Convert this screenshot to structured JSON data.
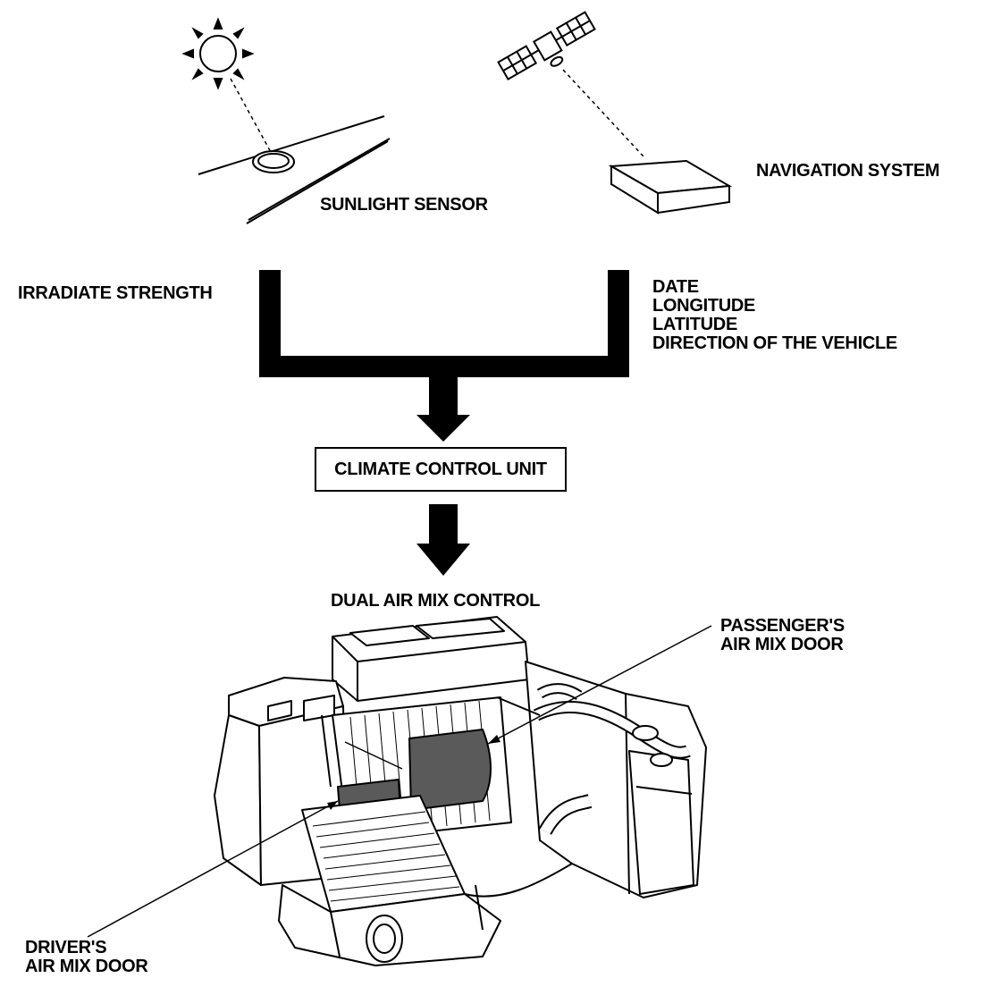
{
  "labels": {
    "sunlight_sensor": "SUNLIGHT SENSOR",
    "navigation_system": "NAVIGATION SYSTEM",
    "irradiate_strength": "IRRADIATE STRENGTH",
    "nav_inputs": [
      "DATE",
      "LONGITUDE",
      "LATITUDE",
      "DIRECTION OF THE VEHICLE"
    ],
    "climate_control_unit": "CLIMATE CONTROL UNIT",
    "dual_air_mix_control": "DUAL AIR MIX CONTROL",
    "passenger_door": [
      "PASSENGER'S",
      "AIR MIX DOOR"
    ],
    "driver_door": [
      "DRIVER'S",
      "AIR MIX DOOR"
    ]
  },
  "colors": {
    "ink": "#000000",
    "paper": "#ffffff",
    "door_fill": "#5a5a5a"
  },
  "icons": [
    "sun-icon",
    "satellite-icon",
    "navigation-unit-icon",
    "sunlight-sensor-icon",
    "hvac-unit-illustration"
  ]
}
